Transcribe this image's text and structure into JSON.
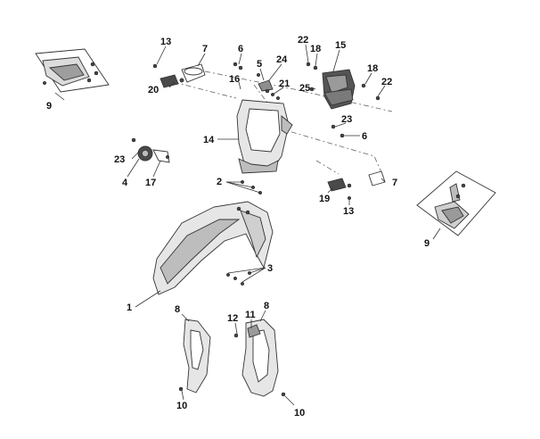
{
  "colors": {
    "line": "#333333",
    "part_fill": "#e6e6e6",
    "part_shade": "#bdbdbd",
    "dark": "#555555"
  },
  "labels": {
    "l1": "1",
    "l2": "2",
    "l3": "3",
    "l4": "4",
    "l5": "5",
    "l6a": "6",
    "l6b": "6",
    "l7a": "7",
    "l7b": "7",
    "l8a": "8",
    "l8b": "8",
    "l9a": "9",
    "l9b": "9",
    "l10a": "10",
    "l10b": "10",
    "l11": "11",
    "l12": "12",
    "l13a": "13",
    "l13b": "13",
    "l14": "14",
    "l15": "15",
    "l16": "16",
    "l17": "17",
    "l18a": "18",
    "l18b": "18",
    "l19": "19",
    "l20": "20",
    "l21": "21",
    "l22a": "22",
    "l22b": "22",
    "l23a": "23",
    "l23b": "23",
    "l24": "24",
    "l25": "25"
  }
}
